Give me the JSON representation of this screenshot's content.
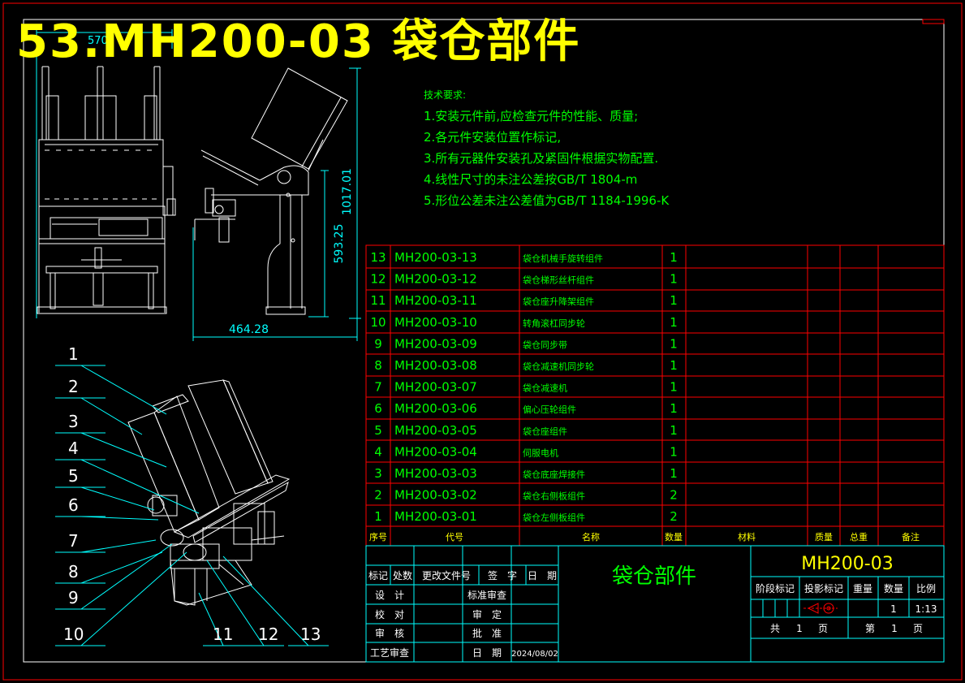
{
  "title": "53.MH200-03 袋仓部件",
  "colors": {
    "frame": "#ff0000",
    "line": "#ffffff",
    "dim": "#00ffff",
    "text": "#00ff00",
    "title": "#ffff00",
    "leader": "#00ffff"
  },
  "notes": {
    "heading": "技术要求:",
    "items": [
      "1.安装元件前,应检查元件的性能、质量;",
      "2.各元件安装位置作标记,",
      "3.所有元器件安装孔及紧固件根据实物配置.",
      "4.线性尺寸的未注公差按GB/T 1804-m",
      "5.形位公差未注公差值为GB/T 1184-1996-K"
    ]
  },
  "dims": {
    "top": "570",
    "width": "464.28",
    "h1": "593.25",
    "h2": "1017.01"
  },
  "callouts": [
    "1",
    "2",
    "3",
    "4",
    "5",
    "6",
    "7",
    "8",
    "9",
    "10",
    "11",
    "12",
    "13"
  ],
  "bom": {
    "headers": {
      "no": "序号",
      "code": "代号",
      "name": "名称",
      "qty": "数量",
      "material": "材料",
      "mass": "质量",
      "total": "总重",
      "note": "备注"
    },
    "rows": [
      {
        "no": "13",
        "code": "MH200-03-13",
        "name": "袋仓机械手旋转组件",
        "qty": "1"
      },
      {
        "no": "12",
        "code": "MH200-03-12",
        "name": "袋仓梯形丝杆组件",
        "qty": "1"
      },
      {
        "no": "11",
        "code": "MH200-03-11",
        "name": "袋仓座升降架组件",
        "qty": "1"
      },
      {
        "no": "10",
        "code": "MH200-03-10",
        "name": "转角滚杠同步轮",
        "qty": "1"
      },
      {
        "no": "9",
        "code": "MH200-03-09",
        "name": "袋仓同步带",
        "qty": "1"
      },
      {
        "no": "8",
        "code": "MH200-03-08",
        "name": "袋仓减速机同步轮",
        "qty": "1"
      },
      {
        "no": "7",
        "code": "MH200-03-07",
        "name": "袋仓减速机",
        "qty": "1"
      },
      {
        "no": "6",
        "code": "MH200-03-06",
        "name": "偏心压轮组件",
        "qty": "1"
      },
      {
        "no": "5",
        "code": "MH200-03-05",
        "name": "袋仓座组件",
        "qty": "1"
      },
      {
        "no": "4",
        "code": "MH200-03-04",
        "name": "伺服电机",
        "qty": "1"
      },
      {
        "no": "3",
        "code": "MH200-03-03",
        "name": "袋仓底座焊接件",
        "qty": "1"
      },
      {
        "no": "2",
        "code": "MH200-03-02",
        "name": "袋仓右侧板组件",
        "qty": "2"
      },
      {
        "no": "1",
        "code": "MH200-03-01",
        "name": "袋仓左侧板组件",
        "qty": "2"
      }
    ]
  },
  "titleblock": {
    "rev": {
      "mark": "标记",
      "count": "处数",
      "doc": "更改文件号",
      "sign": "签　字",
      "date": "日　期"
    },
    "design": "设　计",
    "check": "校　对",
    "review": "审　核",
    "process": "工艺审查",
    "std": "标准审查",
    "ratify": "审　定",
    "approve": "批　准",
    "datelabel": "日　期",
    "date": "2024/08/02",
    "partname": "袋仓部件",
    "drawingno": "MH200-03",
    "stage": "阶段标记",
    "proj": "投影标记",
    "weight": "重量",
    "quantity": "数量",
    "scale_label": "比例",
    "qty": "1",
    "scale": "1:13",
    "total_label": "共",
    "total": "1",
    "page_unit": "页",
    "sheet_label": "第",
    "sheet": "1",
    "page_unit2": "页"
  }
}
